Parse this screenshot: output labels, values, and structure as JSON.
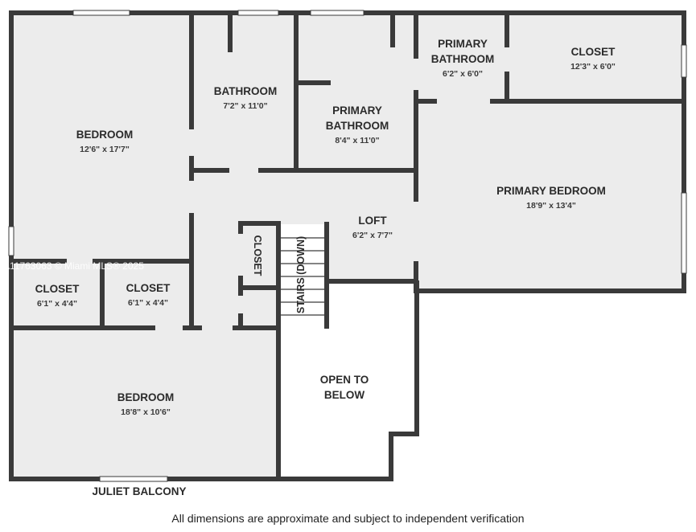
{
  "rooms": [
    {
      "id": "bedroom-1",
      "name": [
        "BEDROOM"
      ],
      "dim": "12'6\" x 17'7\""
    },
    {
      "id": "bathroom",
      "name": [
        "BATHROOM"
      ],
      "dim": "7'2\" x 11'0\""
    },
    {
      "id": "primary-bathroom-1",
      "name": [
        "PRIMARY",
        "BATHROOM"
      ],
      "dim": "8'4\" x 11'0\""
    },
    {
      "id": "primary-bathroom-2",
      "name": [
        "PRIMARY",
        "BATHROOM"
      ],
      "dim": "6'2\" x 6'0\""
    },
    {
      "id": "closet-large",
      "name": [
        "CLOSET"
      ],
      "dim": "12'3\" x 6'0\""
    },
    {
      "id": "primary-bedroom",
      "name": [
        "PRIMARY BEDROOM"
      ],
      "dim": "18'9\" x 13'4\""
    },
    {
      "id": "loft",
      "name": [
        "LOFT"
      ],
      "dim": "6'2\" x 7'7\""
    },
    {
      "id": "closet-left",
      "name": [
        "CLOSET"
      ],
      "dim": "6'1\" x 4'4\""
    },
    {
      "id": "closet-mid",
      "name": [
        "CLOSET"
      ],
      "dim": "6'1\" x 4'4\""
    },
    {
      "id": "bedroom-2",
      "name": [
        "BEDROOM"
      ],
      "dim": "18'8\" x 10'6\""
    },
    {
      "id": "open-to-below",
      "name": [
        "OPEN TO",
        "BELOW"
      ],
      "dim": ""
    }
  ],
  "labels": {
    "closet_vertical": "CLOSET",
    "stairs": "STAIRS (DOWN)",
    "juliet_balcony": "JULIET BALCONY",
    "watermark": "A11763063 © Miami MLS® 2025"
  },
  "footer": {
    "disclaimer": "All dimensions are approximate and subject to independent verification"
  },
  "colors": {
    "wall": "#3a3a3a",
    "floor": "#ececec",
    "background": "#ffffff"
  }
}
